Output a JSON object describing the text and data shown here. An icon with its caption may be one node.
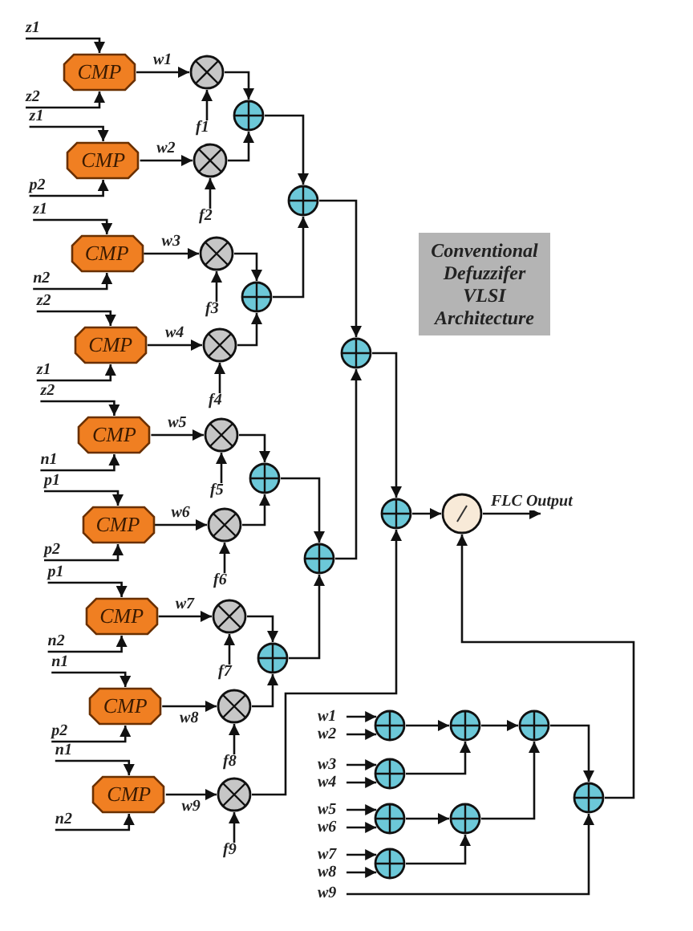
{
  "diagram": {
    "nodes": [
      {
        "text": [
          "CMP"
        ]
      },
      {
        "text": [
          "CMP"
        ]
      },
      {
        "text": [
          "CMP"
        ]
      },
      {
        "text": [
          "CMP"
        ]
      },
      {
        "text": [
          "CMP"
        ]
      },
      {
        "text": [
          "CMP"
        ]
      },
      {
        "text": [
          "CMP"
        ]
      },
      {
        "text": [
          "CMP"
        ]
      },
      {
        "text": [
          "CMP"
        ]
      },
      {
        "text": [],
        "shape": "circle"
      },
      {
        "text": [],
        "shape": "circle"
      },
      {
        "text": [],
        "shape": "circle"
      },
      {
        "text": [],
        "shape": "circle"
      },
      {
        "text": [],
        "shape": "circle"
      },
      {
        "text": [],
        "shape": "circle"
      },
      {
        "text": [],
        "shape": "circle"
      },
      {
        "text": [],
        "shape": "circle"
      },
      {
        "text": [],
        "shape": "circle"
      },
      {
        "text": [],
        "shape": "circle"
      },
      {
        "text": [],
        "shape": "circle"
      },
      {
        "text": [],
        "shape": "circle"
      },
      {
        "text": [],
        "shape": "circle"
      },
      {
        "text": [],
        "shape": "circle"
      },
      {
        "text": [],
        "shape": "circle"
      },
      {
        "text": [],
        "shape": "circle"
      },
      {
        "text": [],
        "shape": "circle"
      },
      {
        "text": [],
        "shape": "circle"
      },
      {
        "text": [],
        "shape": "circle"
      },
      {
        "text": [],
        "shape": "circle"
      },
      {
        "text": [],
        "shape": "circle"
      },
      {
        "text": [],
        "shape": "circle"
      },
      {
        "text": [],
        "shape": "circle"
      },
      {
        "text": [],
        "shape": "circle"
      },
      {
        "text": [],
        "shape": "circle"
      },
      {
        "text": [],
        "shape": "circle"
      },
      {
        "text": [
          "z1"
        ]
      },
      {
        "text": [
          "z2"
        ]
      },
      {
        "text": [
          "z1"
        ]
      },
      {
        "text": [
          "p2"
        ]
      },
      {
        "text": [
          "z1"
        ]
      },
      {
        "text": [
          "n2"
        ]
      },
      {
        "text": [
          "z2"
        ]
      },
      {
        "text": [
          "z1"
        ]
      },
      {
        "text": [
          "z2"
        ]
      },
      {
        "text": [
          "n1"
        ]
      },
      {
        "text": [
          "p1"
        ]
      },
      {
        "text": [
          "p2"
        ]
      },
      {
        "text": [
          "p1"
        ]
      },
      {
        "text": [
          "n2"
        ]
      },
      {
        "text": [
          "n1"
        ]
      },
      {
        "text": [
          "p2"
        ]
      },
      {
        "text": [
          "n1"
        ]
      },
      {
        "text": [
          "n2"
        ]
      },
      {
        "text": [
          "f1"
        ]
      },
      {
        "text": [
          "f2"
        ]
      },
      {
        "text": [
          "f3"
        ]
      },
      {
        "text": [
          "f4"
        ]
      },
      {
        "text": [
          "f5"
        ]
      },
      {
        "text": [
          "f6"
        ]
      },
      {
        "text": [
          "f7"
        ]
      },
      {
        "text": [
          "f8"
        ]
      },
      {
        "text": [
          "f9"
        ]
      },
      {
        "text": [
          "w1"
        ]
      },
      {
        "text": [
          "w2"
        ]
      },
      {
        "text": [
          "w3"
        ]
      },
      {
        "text": [
          "w4"
        ]
      },
      {
        "text": [
          "w5"
        ]
      },
      {
        "text": [
          "w6"
        ]
      },
      {
        "text": [
          "w7"
        ]
      },
      {
        "text": [
          "w8"
        ]
      },
      {
        "text": [
          "w9"
        ]
      },
      {
        "text": [
          "Conventional Defuzzifer VLSI Architecture"
        ]
      }
    ],
    "edges": [
      {
        "from": 35,
        "to": 0,
        "arrow": "to"
      },
      {
        "from": 36,
        "to": 0,
        "arrow": "to"
      },
      {
        "from": 37,
        "to": 1,
        "arrow": "to"
      },
      {
        "from": 38,
        "to": 1,
        "arrow": "to"
      },
      {
        "from": 39,
        "to": 2,
        "arrow": "to"
      },
      {
        "from": 40,
        "to": 2,
        "arrow": "to"
      },
      {
        "from": 41,
        "to": 3,
        "arrow": "to"
      },
      {
        "from": 42,
        "to": 3,
        "arrow": "to"
      },
      {
        "from": 43,
        "to": 4,
        "arrow": "to"
      },
      {
        "from": 44,
        "to": 4,
        "arrow": "to"
      },
      {
        "from": 45,
        "to": 5,
        "arrow": "to"
      },
      {
        "from": 46,
        "to": 5,
        "arrow": "to"
      },
      {
        "from": 47,
        "to": 6,
        "arrow": "to"
      },
      {
        "from": 48,
        "to": 6,
        "arrow": "to"
      },
      {
        "from": 49,
        "to": 7,
        "arrow": "to"
      },
      {
        "from": 50,
        "to": 7,
        "arrow": "to"
      },
      {
        "from": 51,
        "to": 8,
        "arrow": "to"
      },
      {
        "from": 52,
        "to": 8,
        "arrow": "to"
      },
      {
        "from": 0,
        "to": 9,
        "arrow": "to",
        "label": "w1"
      },
      {
        "from": 1,
        "to": 10,
        "arrow": "to",
        "label": "w2"
      },
      {
        "from": 2,
        "to": 11,
        "arrow": "to",
        "label": "w3"
      },
      {
        "from": 3,
        "to": 12,
        "arrow": "to",
        "label": "w4"
      },
      {
        "from": 4,
        "to": 13,
        "arrow": "to",
        "label": "w5"
      },
      {
        "from": 5,
        "to": 14,
        "arrow": "to",
        "label": "w6"
      },
      {
        "from": 6,
        "to": 15,
        "arrow": "to",
        "label": "w7"
      },
      {
        "from": 7,
        "to": 16,
        "arrow": "to",
        "label": "w8"
      },
      {
        "from": 8,
        "to": 17,
        "arrow": "to",
        "label": "w9"
      },
      {
        "from": 53,
        "to": 9,
        "arrow": "to"
      },
      {
        "from": 54,
        "to": 10,
        "arrow": "to"
      },
      {
        "from": 55,
        "to": 11,
        "arrow": "to"
      },
      {
        "from": 56,
        "to": 12,
        "arrow": "to"
      },
      {
        "from": 57,
        "to": 13,
        "arrow": "to"
      },
      {
        "from": 58,
        "to": 14,
        "arrow": "to"
      },
      {
        "from": 59,
        "to": 15,
        "arrow": "to"
      },
      {
        "from": 60,
        "to": 16,
        "arrow": "to"
      },
      {
        "from": 61,
        "to": 17,
        "arrow": "to"
      },
      {
        "from": 9,
        "to": 18,
        "arrow": "to"
      },
      {
        "from": 10,
        "to": 18,
        "arrow": "to"
      },
      {
        "from": 11,
        "to": 19,
        "arrow": "to"
      },
      {
        "from": 12,
        "to": 19,
        "arrow": "to"
      },
      {
        "from": 13,
        "to": 20,
        "arrow": "to"
      },
      {
        "from": 14,
        "to": 20,
        "arrow": "to"
      },
      {
        "from": 15,
        "to": 21,
        "arrow": "to"
      },
      {
        "from": 16,
        "to": 21,
        "arrow": "to"
      },
      {
        "from": 18,
        "to": 22,
        "arrow": "to"
      },
      {
        "from": 19,
        "to": 22,
        "arrow": "to"
      },
      {
        "from": 20,
        "to": 23,
        "arrow": "to"
      },
      {
        "from": 21,
        "to": 23,
        "arrow": "to"
      },
      {
        "from": 22,
        "to": 24,
        "arrow": "to"
      },
      {
        "from": 23,
        "to": 24,
        "arrow": "to"
      },
      {
        "from": 24,
        "to": 25,
        "arrow": "to"
      },
      {
        "from": 17,
        "to": 25,
        "arrow": "to"
      },
      {
        "from": 25,
        "to": 26,
        "arrow": "to"
      },
      {
        "from": 34,
        "to": 26,
        "arrow": "to"
      },
      {
        "from": 26,
        "to": null,
        "arrow": "to",
        "label": "FLC Output"
      },
      {
        "from": 62,
        "to": 27,
        "arrow": "to"
      },
      {
        "from": 63,
        "to": 27,
        "arrow": "to"
      },
      {
        "from": 64,
        "to": 28,
        "arrow": "to"
      },
      {
        "from": 65,
        "to": 28,
        "arrow": "to"
      },
      {
        "from": 66,
        "to": 29,
        "arrow": "to"
      },
      {
        "from": 67,
        "to": 29,
        "arrow": "to"
      },
      {
        "from": 68,
        "to": 30,
        "arrow": "to"
      },
      {
        "from": 69,
        "to": 30,
        "arrow": "to"
      },
      {
        "from": 27,
        "to": 31,
        "arrow": "to"
      },
      {
        "from": 28,
        "to": 31,
        "arrow": "to"
      },
      {
        "from": 29,
        "to": 32,
        "arrow": "to"
      },
      {
        "from": 30,
        "to": 32,
        "arrow": "to"
      },
      {
        "from": 31,
        "to": 33,
        "arrow": "to"
      },
      {
        "from": 32,
        "to": 33,
        "arrow": "to"
      },
      {
        "from": 33,
        "to": 34,
        "arrow": "to"
      },
      {
        "from": 70,
        "to": 34,
        "arrow": "to"
      }
    ]
  }
}
